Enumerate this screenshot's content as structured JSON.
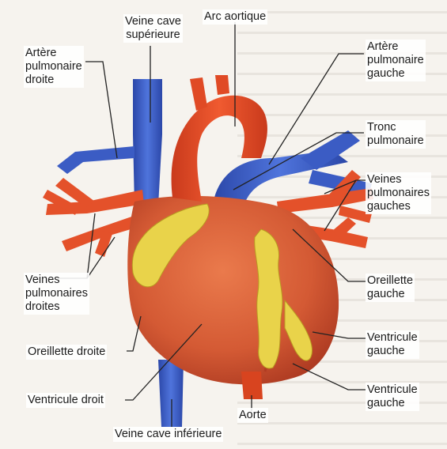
{
  "labels": {
    "veine_cave_superieure": "Veine cave\nsupérieure",
    "arc_aortique": "Arc aortique",
    "artere_pulmonaire_droite": "Artère\npulmonaire\ndroite",
    "artere_pulmonaire_gauche": "Artère\npulmonaire\ngauche",
    "tronc_pulmonaire": "Tronc\npulmonaire",
    "veines_pulmonaires_gauches": "Veines\npulmonaires\ngauches",
    "veines_pulmonaires_droites": "Veines\npulmonaires\ndroites",
    "oreillette_gauche": "Oreillette\ngauche",
    "oreillette_droite": "Oreillette droite",
    "ventricule_gauche_1": "Ventricule\ngauche",
    "ventricule_gauche_2": "Ventricule\ngauche",
    "ventricule_droit": "Ventricule droit",
    "aorte": "Aorte",
    "veine_cave_inferieure": "Veine cave inférieure"
  },
  "colors": {
    "vein_blue": "#3f62c9",
    "artery_red": "#e04a25",
    "heart_muscle": "#d9663d",
    "fat_yellow": "#e9d64a",
    "leader_line": "#222222"
  }
}
